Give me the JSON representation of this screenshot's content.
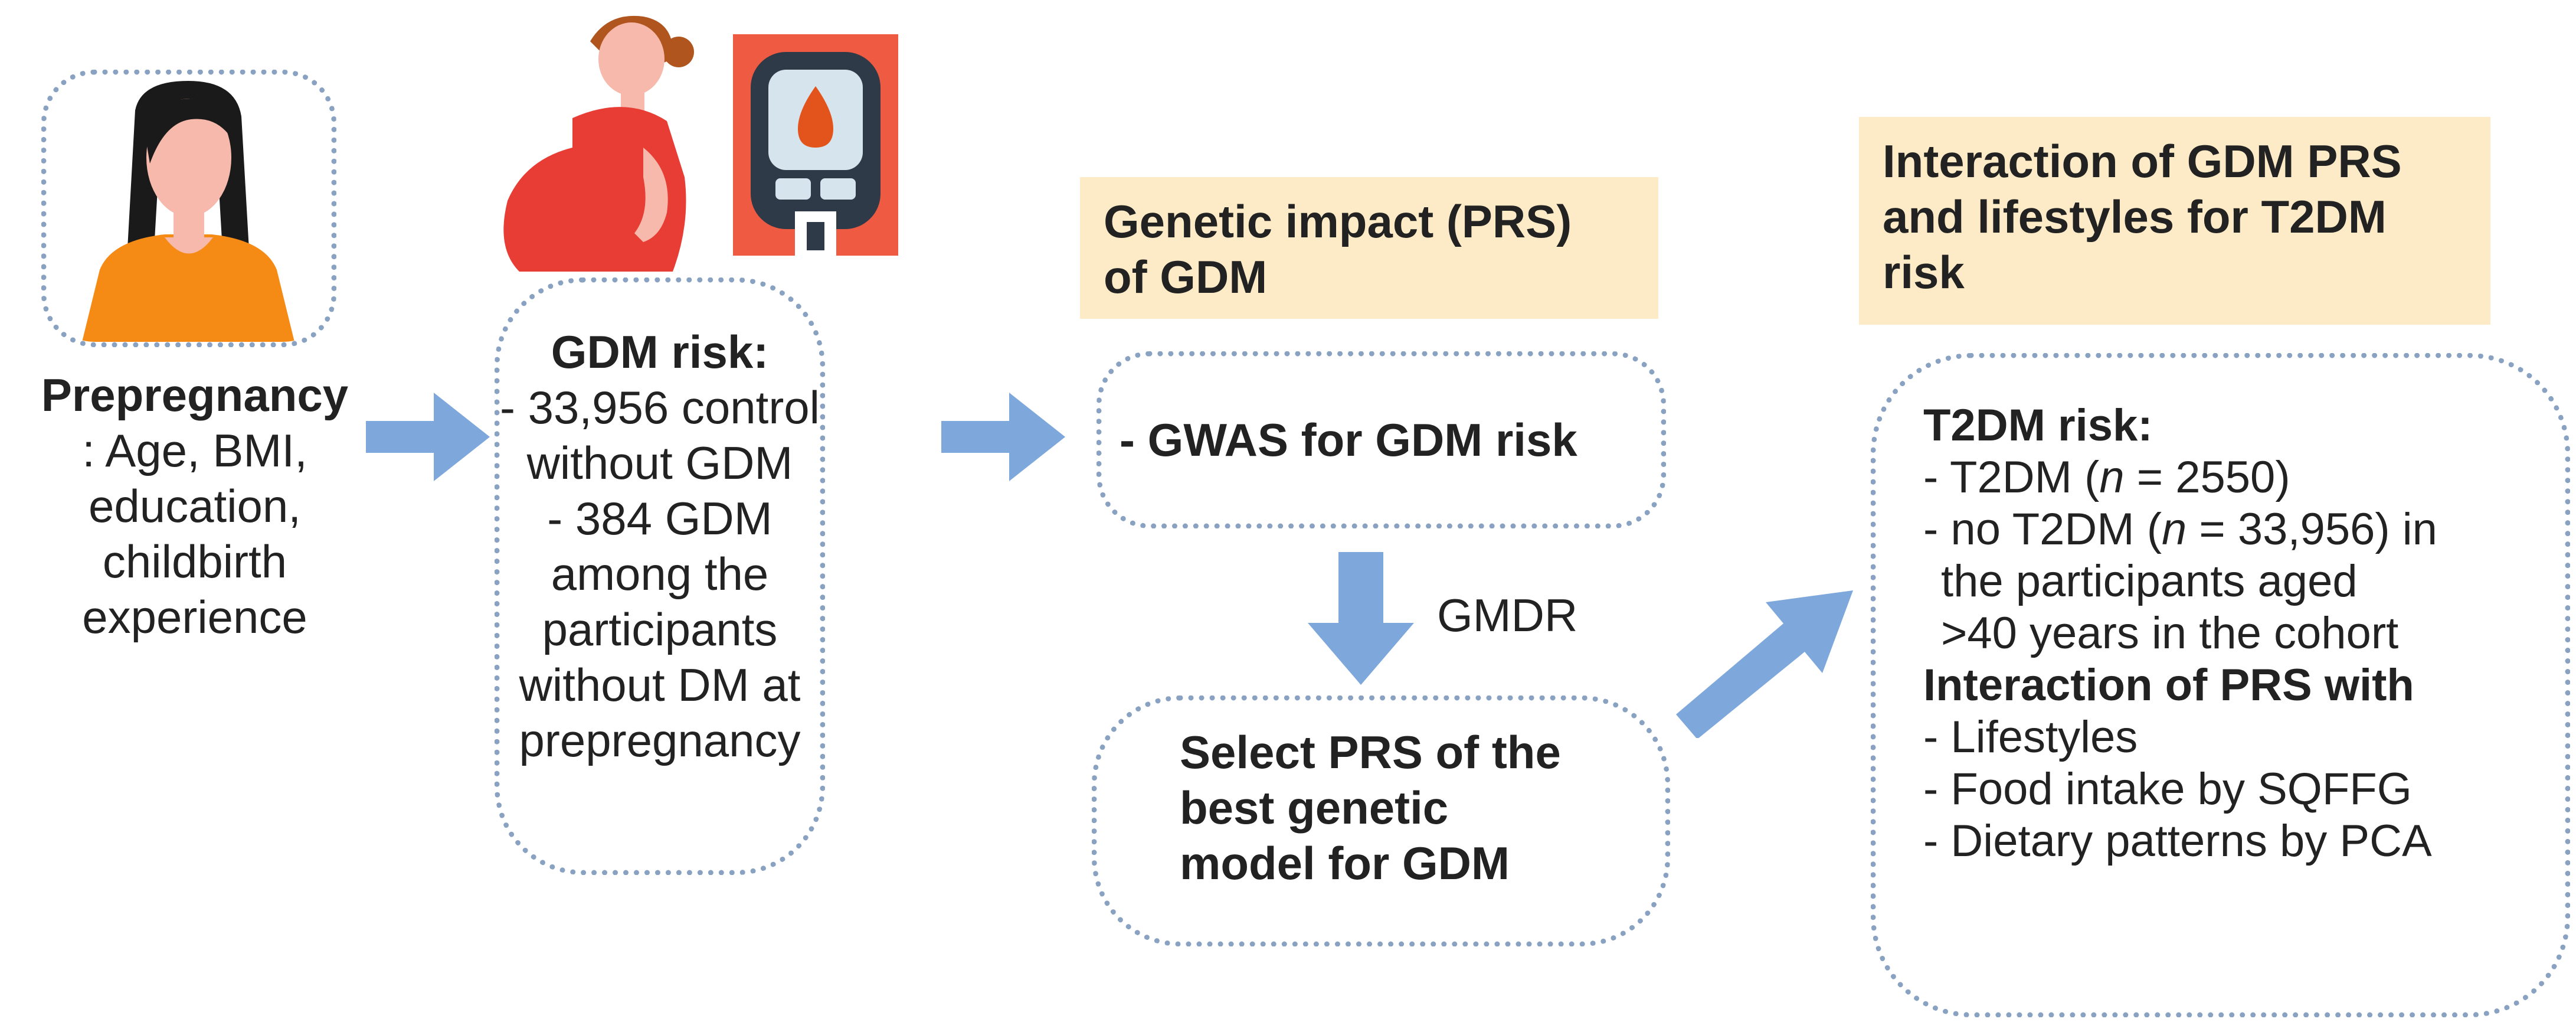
{
  "prepregnancy": {
    "title": "Prepregnancy",
    "lines": [
      ": Age, BMI,",
      "education,",
      "childbirth",
      "experience"
    ]
  },
  "gdm_risk": {
    "title": "GDM risk:",
    "lines": [
      "- 33,956 control",
      "without GDM",
      "-  384 GDM",
      "among the",
      "participants",
      "without DM at",
      "prepregnancy"
    ]
  },
  "genetic_impact": {
    "header_lines": [
      "Genetic impact (PRS)",
      "of GDM"
    ],
    "gwas": "- GWAS for GDM risk",
    "gmdr": "GMDR",
    "select_lines": [
      "Select PRS of the",
      "best genetic",
      "model for GDM"
    ]
  },
  "interaction": {
    "header_lines": [
      "Interaction of GDM PRS",
      "and lifestyles for T2DM",
      "risk"
    ],
    "t2dm_title": "T2DM risk:",
    "t2dm_line1_a": "- T2DM (",
    "t2dm_line1_n": "n",
    "t2dm_line1_b": " = 2550)",
    "t2dm_line2_a": "- no T2DM (",
    "t2dm_line2_n": "n",
    "t2dm_line2_b": " = 33,956) in",
    "t2dm_line3": "the participants aged",
    "t2dm_line4": ">40 years in the cohort",
    "interaction_title": "Interaction of PRS with",
    "items": [
      "- Lifestyles",
      "- Food intake by SQFFG",
      "- Dietary patterns by PCA"
    ]
  },
  "colors": {
    "arrow": "#7ea7dc",
    "dotted_border": "#8aa2c2",
    "header_bg": "#fcebc6",
    "shirt": "#f58a14",
    "dress": "#e83d34",
    "skin": "#f6b9ab",
    "hair": "#1a1a1a",
    "meter_bg": "#ee5a42",
    "meter_body": "#2f3a48",
    "meter_screen": "#d6e4ee",
    "blood": "#e2541c"
  }
}
